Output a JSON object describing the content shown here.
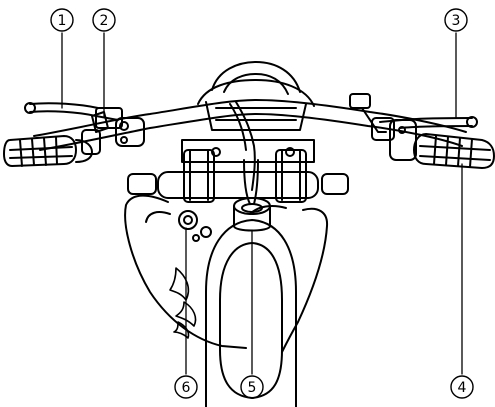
{
  "callouts": {
    "c1": "①",
    "c2": "②",
    "c3": "③",
    "c4": "④",
    "c5": "⑤",
    "c6": "⑥"
  },
  "colors": {
    "ink": "#000000",
    "paper": "#ffffff"
  }
}
